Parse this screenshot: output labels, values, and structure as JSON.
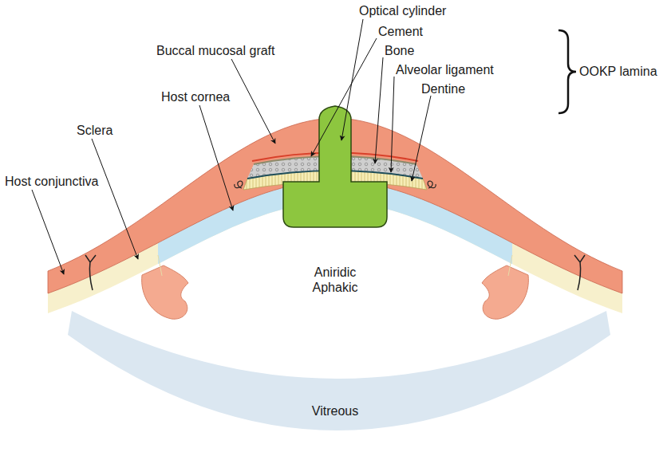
{
  "diagram": {
    "labels": [
      "Optical cylinder",
      "Cement",
      "Bone",
      "Alveolar ligament",
      "Dentine",
      "OOKP lamina",
      "Buccal mucosal graft",
      "Host cornea",
      "Sclera",
      "Host conjunctiva",
      "Aniridic Aphakic",
      "Vitreous"
    ]
  }
}
